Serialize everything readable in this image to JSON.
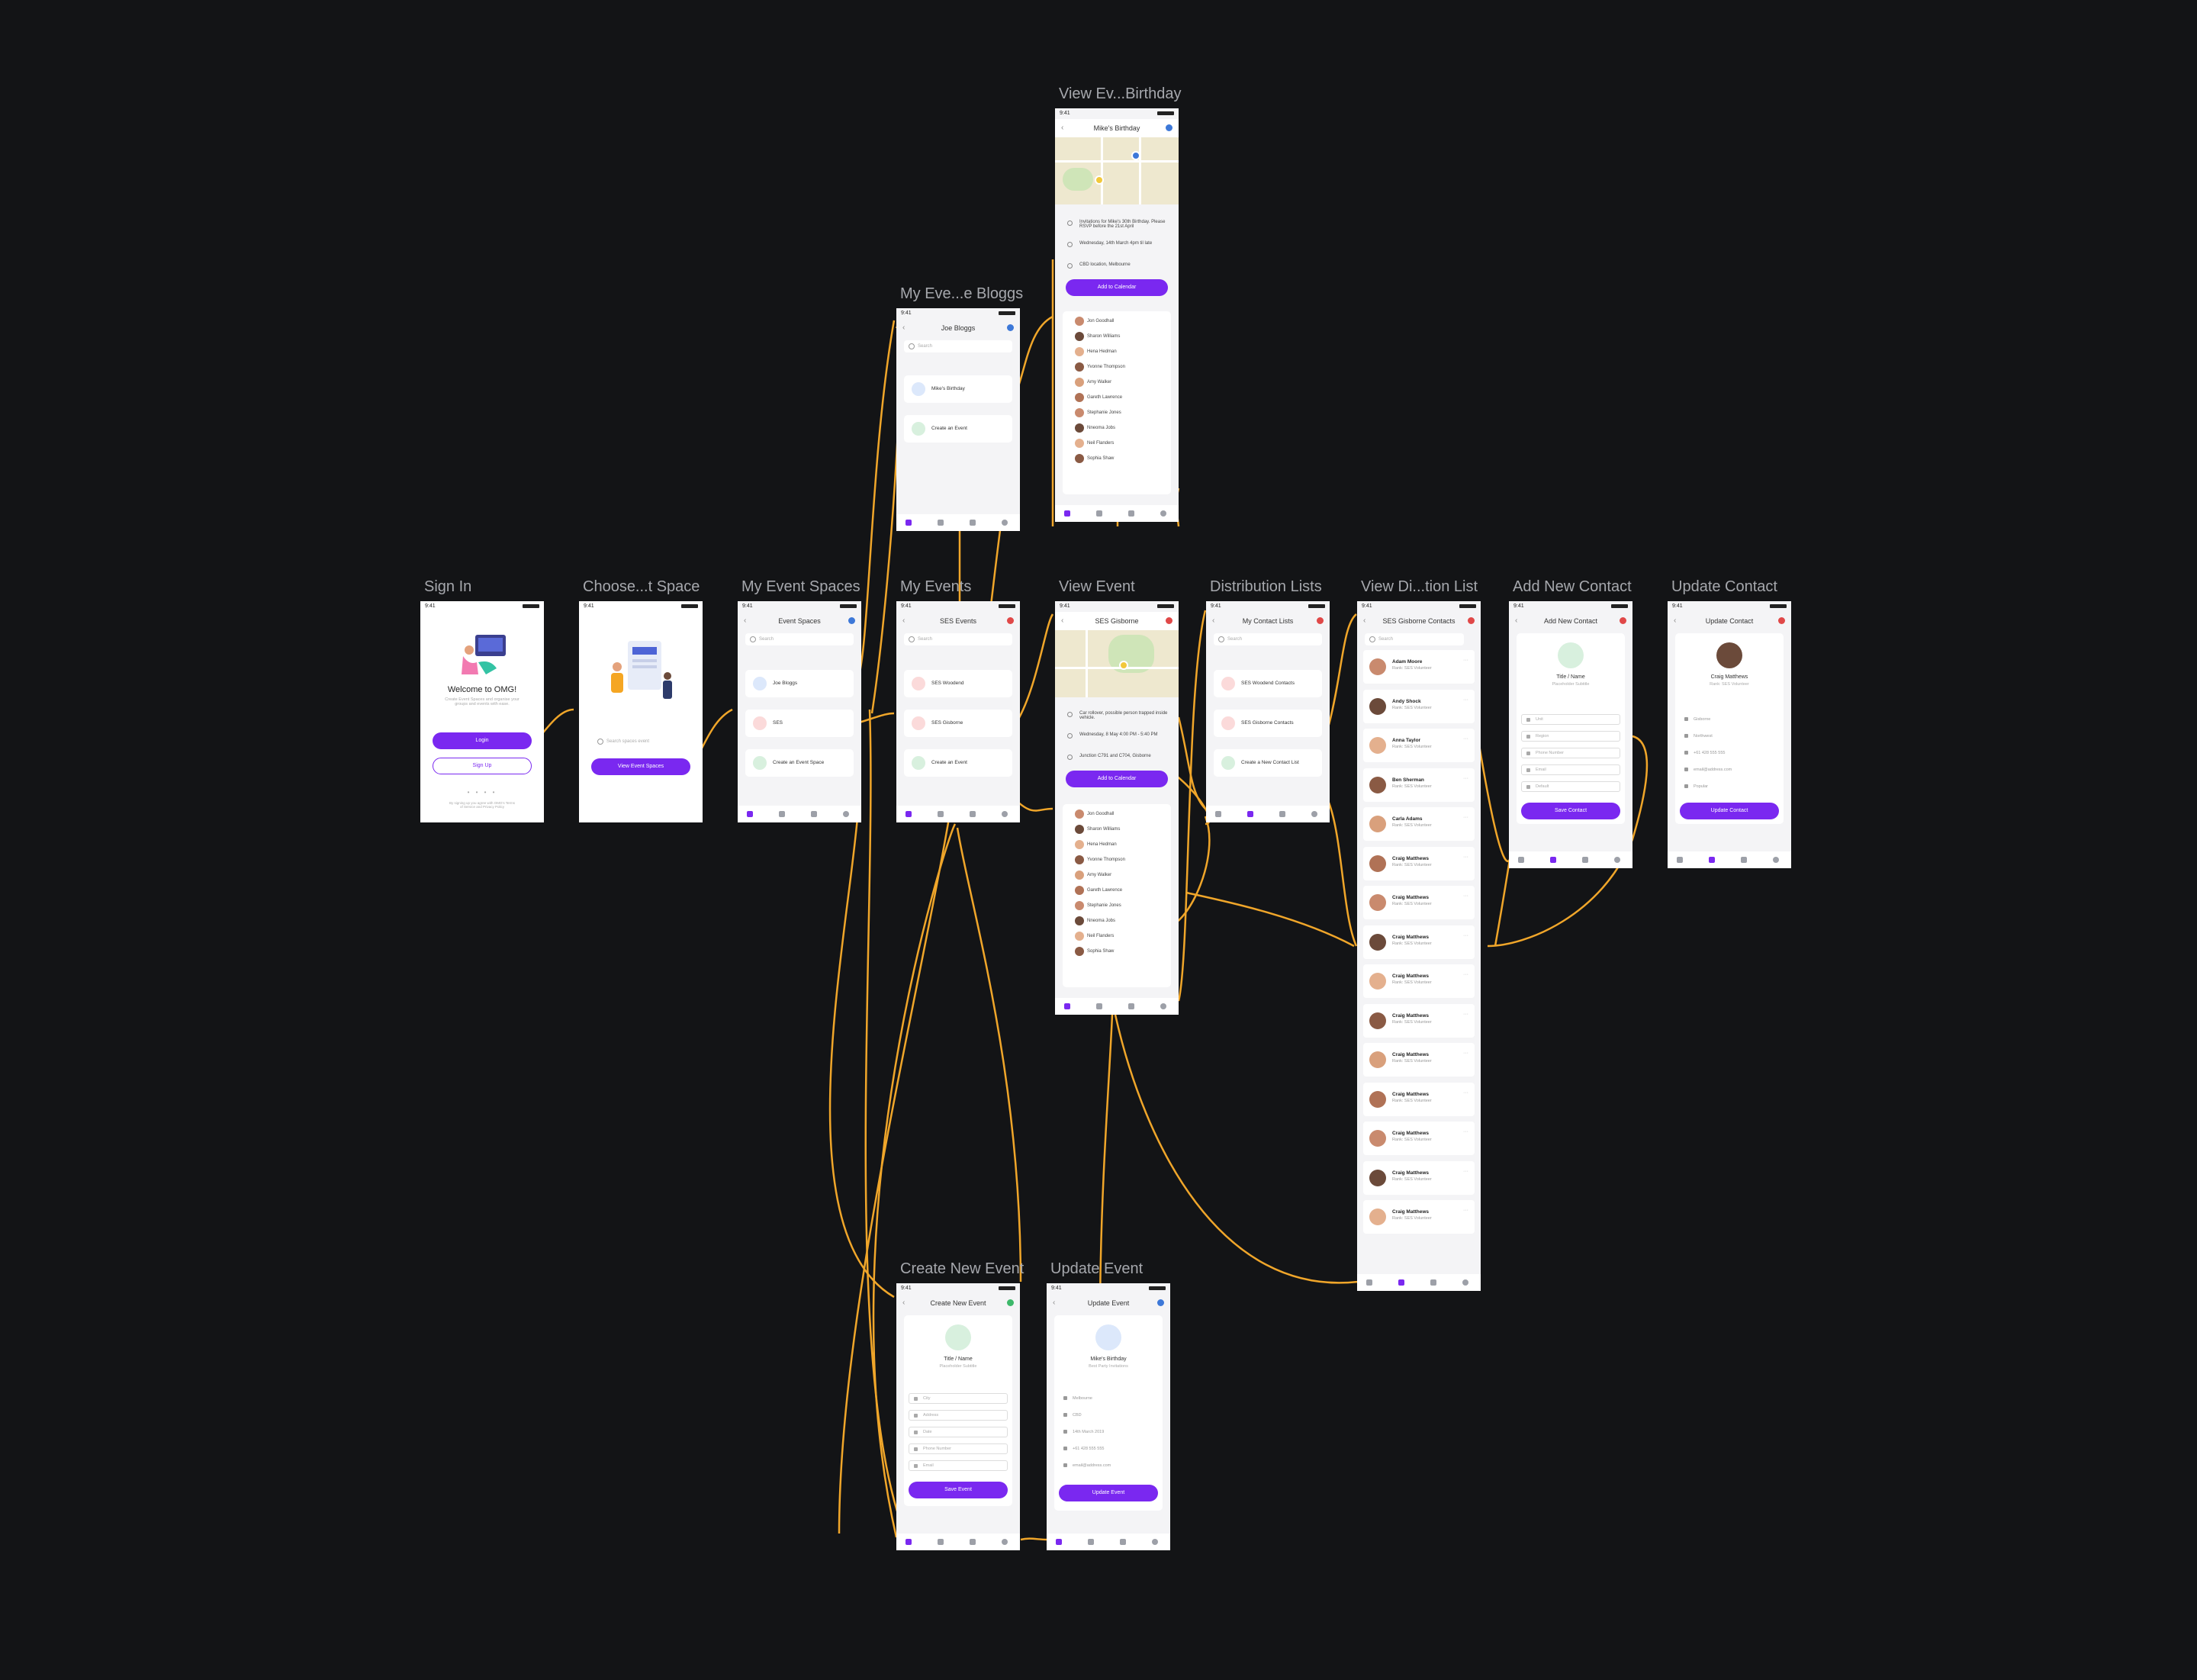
{
  "frames": {
    "sign_in": {
      "title": "Sign In",
      "time": "9:41",
      "welcome": "Welcome to OMG!",
      "tagline": "Create Event Spaces and organise your groups and events with ease.",
      "login": "Login",
      "signup": "Sign Up",
      "footer": "By signing up you agree with OMG's Terms of Service and Privacy Policy"
    },
    "choose_space": {
      "title": "Choose...t Space",
      "time": "9:41",
      "search_placeholder": "Search spaces event",
      "button": "View Event Spaces"
    },
    "my_event_spaces": {
      "title": "My Event Spaces",
      "time": "9:41",
      "nav": "Event Spaces",
      "search": "Search",
      "items": [
        "Joe Bloggs",
        "SES",
        "Create an Event Space"
      ]
    },
    "my_events": {
      "title": "My Events",
      "time": "9:41",
      "nav": "SES Events",
      "search": "Search",
      "items": [
        "SES Woodend",
        "SES Gisborne",
        "Create an Event"
      ]
    },
    "my_events_bloggs": {
      "title": "My Eve...e Bloggs",
      "time": "9:41",
      "nav": "Joe Bloggs",
      "search": "Search",
      "items": [
        "Mike's Birthday",
        "Create an Event"
      ]
    },
    "view_event_birthday": {
      "title": "View Ev...Birthday",
      "time": "9:41",
      "nav": "Mike's Birthday",
      "desc": "Invitations for Mike's 30th Birthday. Please RSVP before the 21st April",
      "date": "Wednesday, 14th March 4pm til late",
      "location": "CBD location, Melbourne",
      "button": "Add to Calendar",
      "attendees": [
        "Jon Goodhall",
        "Sharon Williams",
        "Hena Hedman",
        "Yvonne Thompson",
        "Amy Walker",
        "Gareth Lawrence",
        "Stephanie Jones",
        "Nneoma Jobs",
        "Neil Flanders",
        "Sophia Shaw"
      ]
    },
    "view_event": {
      "title": "View Event",
      "time": "9:41",
      "nav": "SES Gisborne",
      "desc": "Car rollover, possible person trapped inside vehicle.",
      "date": "Wednesday, 8 May 4:00 PM - 5:40 PM",
      "location": "Junction C791 and C704, Gisborne",
      "button": "Add to Calendar",
      "attendees": [
        "Jon Goodhall",
        "Sharon Williams",
        "Hena Hedman",
        "Yvonne Thompson",
        "Amy Walker",
        "Gareth Lawrence",
        "Stephanie Jones",
        "Nneoma Jobs",
        "Neil Flanders",
        "Sophia Shaw"
      ]
    },
    "distribution_lists": {
      "title": "Distribution Lists",
      "time": "9:41",
      "nav": "My Contact Lists",
      "search": "Search",
      "items": [
        "SES Woodend Contacts",
        "SES Gisborne Contacts",
        "Create a New Contact List"
      ]
    },
    "view_dist_list": {
      "title": "View Di...tion List",
      "time": "9:41",
      "nav": "SES Gisborne Contacts",
      "search": "Search",
      "contacts": [
        {
          "name": "Adam Moore",
          "rank": "Rank: SES Volunteer"
        },
        {
          "name": "Andy Shock",
          "rank": "Rank: SES Volunteer"
        },
        {
          "name": "Anna Taylor",
          "rank": "Rank: SES Volunteer"
        },
        {
          "name": "Ben Sherman",
          "rank": "Rank: SES Volunteer"
        },
        {
          "name": "Carla Adams",
          "rank": "Rank: SES Volunteer"
        },
        {
          "name": "Craig Matthews",
          "rank": "Rank: SES Volunteer"
        },
        {
          "name": "Craig Matthews",
          "rank": "Rank: SES Volunteer"
        },
        {
          "name": "Craig Matthews",
          "rank": "Rank: SES Volunteer"
        },
        {
          "name": "Craig Matthews",
          "rank": "Rank: SES Volunteer"
        },
        {
          "name": "Craig Matthews",
          "rank": "Rank: SES Volunteer"
        },
        {
          "name": "Craig Matthews",
          "rank": "Rank: SES Volunteer"
        },
        {
          "name": "Craig Matthews",
          "rank": "Rank: SES Volunteer"
        },
        {
          "name": "Craig Matthews",
          "rank": "Rank: SES Volunteer"
        },
        {
          "name": "Craig Matthews",
          "rank": "Rank: SES Volunteer"
        },
        {
          "name": "Craig Matthews",
          "rank": "Rank: SES Volunteer"
        }
      ]
    },
    "add_new_contact": {
      "title": "Add New Contact",
      "time": "9:41",
      "nav": "Add New Contact",
      "name": "Title / Name",
      "subtitle": "Placeholder Subtitle",
      "fields": [
        "Unit",
        "Region",
        "Phone Number",
        "Email",
        "Default"
      ],
      "button": "Save Contact"
    },
    "update_contact": {
      "title": "Update Contact",
      "time": "9:41",
      "nav": "Update Contact",
      "name": "Craig Matthews",
      "subtitle": "Rank: SES Volunteer",
      "rows": [
        "Gisborne",
        "Northwest",
        "+61 428 555 555",
        "email@address.com",
        "Popular"
      ],
      "button": "Update Contact"
    },
    "create_new_event": {
      "title": "Create New Event",
      "time": "9:41",
      "nav": "Create New Event",
      "name": "Title / Name",
      "subtitle": "Placeholder Subtitle",
      "fields": [
        "City",
        "Address",
        "Date",
        "Phone Number",
        "Email"
      ],
      "button": "Save Event"
    },
    "update_event": {
      "title": "Update Event",
      "time": "9:41",
      "nav": "Update Event",
      "name": "Mike's Birthday",
      "subtitle": "Best Party Invitations",
      "rows": [
        "Melbourne",
        "CBD",
        "14th March 2019",
        "+61 428 555 555",
        "email@address.com"
      ],
      "button": "Update Event"
    }
  },
  "colors": {
    "background": "#131416",
    "accent": "#7a28f0",
    "connector": "#f0a62a",
    "title": "#a6a8ad"
  }
}
